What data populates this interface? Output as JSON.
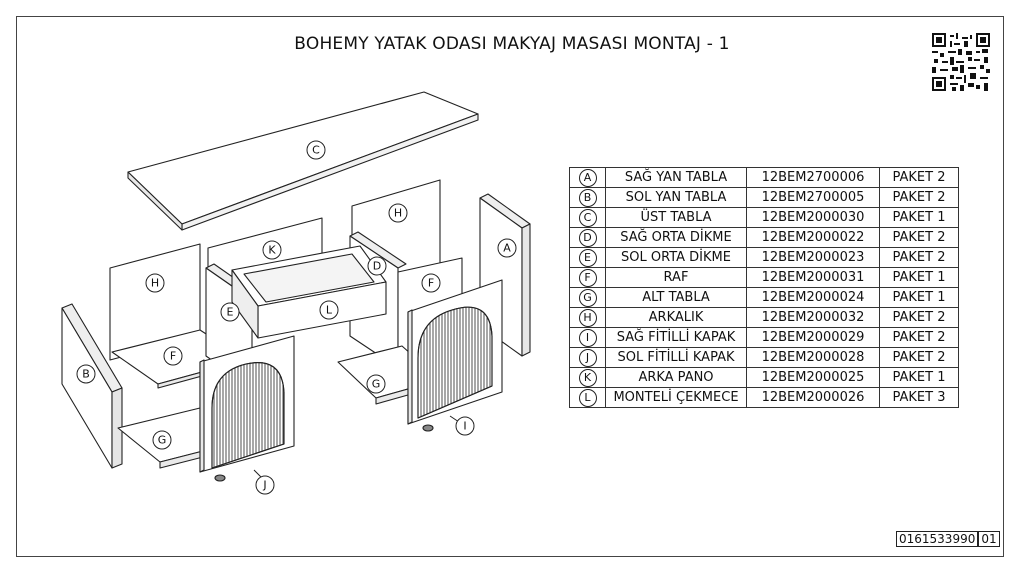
{
  "title": "BOHEMY YATAK ODASI MAKYAJ MASASI MONTAJ - 1",
  "doc_number": "0161533990",
  "doc_revision": "01",
  "parts": [
    {
      "letter": "A",
      "name": "SAĞ YAN TABLA",
      "code": "12BEM2700006",
      "package": "PAKET 2"
    },
    {
      "letter": "B",
      "name": "SOL YAN TABLA",
      "code": "12BEM2700005",
      "package": "PAKET 2"
    },
    {
      "letter": "C",
      "name": "ÜST TABLA",
      "code": "12BEM2000030",
      "package": "PAKET 1"
    },
    {
      "letter": "D",
      "name": "SAĞ ORTA DİKME",
      "code": "12BEM2000022",
      "package": "PAKET 2"
    },
    {
      "letter": "E",
      "name": "SOL ORTA DİKME",
      "code": "12BEM2000023",
      "package": "PAKET 2"
    },
    {
      "letter": "F",
      "name": "RAF",
      "code": "12BEM2000031",
      "package": "PAKET 1"
    },
    {
      "letter": "G",
      "name": "ALT TABLA",
      "code": "12BEM2000024",
      "package": "PAKET 1"
    },
    {
      "letter": "H",
      "name": "ARKALIK",
      "code": "12BEM2000032",
      "package": "PAKET 2"
    },
    {
      "letter": "I",
      "name": "SAĞ FİTİLLİ KAPAK",
      "code": "12BEM2000029",
      "package": "PAKET 2"
    },
    {
      "letter": "J",
      "name": "SOL FİTİLLİ KAPAK",
      "code": "12BEM2000028",
      "package": "PAKET 2"
    },
    {
      "letter": "K",
      "name": "ARKA PANO",
      "code": "12BEM2000025",
      "package": "PAKET 1"
    },
    {
      "letter": "L",
      "name": "MONTELİ ÇEKMECE",
      "code": "12BEM2000026",
      "package": "PAKET 3"
    }
  ],
  "callouts": {
    "C": "C",
    "H1": "H",
    "H2": "H",
    "K": "K",
    "D": "D",
    "A": "A",
    "E": "E",
    "F1": "F",
    "F2": "F",
    "L": "L",
    "B": "B",
    "G1": "G",
    "G2": "G",
    "I": "I",
    "J": "J"
  }
}
